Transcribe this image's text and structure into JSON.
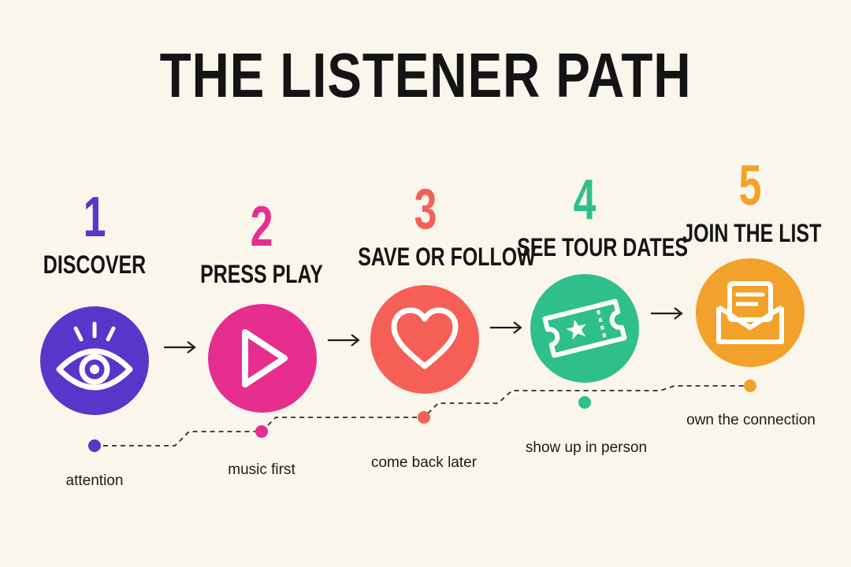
{
  "title": "THE LISTENER PATH",
  "colors": {
    "background": "#faf6ec",
    "step1": "#5a35c9",
    "step2": "#e62e8f",
    "step3": "#f55f56",
    "step4": "#2fbf8a",
    "step5": "#f2a22a"
  },
  "steps": [
    {
      "number": "1",
      "label": "DISCOVER",
      "caption": "attention",
      "icon": "eye-icon"
    },
    {
      "number": "2",
      "label": "PRESS PLAY",
      "caption": "music first",
      "icon": "play-icon"
    },
    {
      "number": "3",
      "label": "SAVE OR FOLLOW",
      "caption": "come back later",
      "icon": "heart-icon"
    },
    {
      "number": "4",
      "label": "SEE TOUR DATES",
      "caption": "show up in person",
      "icon": "ticket-icon"
    },
    {
      "number": "5",
      "label": "JOIN THE LIST",
      "caption": "own the connection",
      "icon": "envelope-icon"
    }
  ]
}
